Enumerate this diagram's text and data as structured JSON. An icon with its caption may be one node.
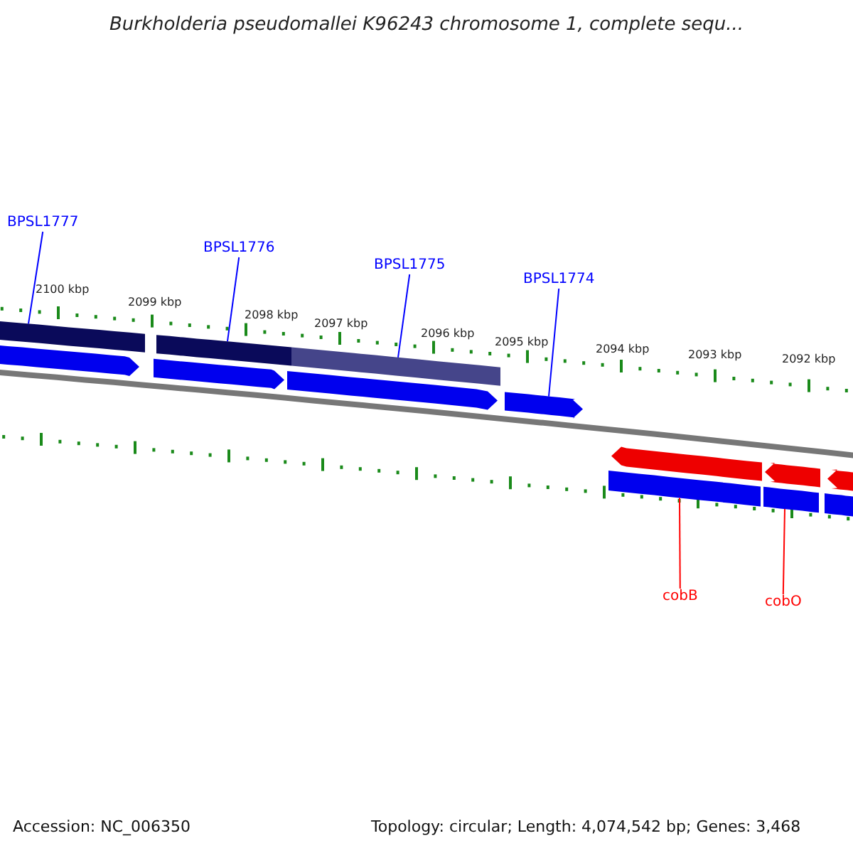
{
  "diagram": {
    "title": "Burkholderia pseudomallei K96243 chromosome 1, complete sequ...",
    "nodes": [
      {
        "text": [
          "BPSL1777"
        ]
      },
      {
        "text": [
          "BPSL1776"
        ]
      },
      {
        "text": [
          "BPSL1775"
        ]
      },
      {
        "text": [
          "BPSL1774"
        ]
      },
      {
        "text": [
          "cobB"
        ]
      },
      {
        "text": [
          "cobO"
        ]
      },
      {
        "text": [],
        "shape": "bar"
      },
      {
        "text": [],
        "shape": "bar"
      },
      {
        "text": [],
        "shape": "bar"
      },
      {
        "text": [],
        "shape": "arrow"
      },
      {
        "text": [],
        "shape": "arrow"
      },
      {
        "text": [],
        "shape": "arrow"
      },
      {
        "text": [],
        "shape": "arrow"
      },
      {
        "text": [],
        "shape": "arrow"
      },
      {
        "text": [],
        "shape": "arrow"
      },
      {
        "text": [],
        "shape": "arrow"
      },
      {
        "text": [],
        "shape": "bar"
      },
      {
        "text": [],
        "shape": "bar"
      },
      {
        "text": [],
        "shape": "bar"
      }
    ],
    "edges": [
      {
        "from": 0,
        "to": 6,
        "arrow": "none"
      },
      {
        "from": 1,
        "to": 7,
        "arrow": "none"
      },
      {
        "from": 2,
        "to": 8,
        "arrow": "none"
      },
      {
        "from": 3,
        "to": 12,
        "arrow": "none"
      },
      {
        "from": 4,
        "to": 16,
        "arrow": "none",
        "color": "#ff0000"
      },
      {
        "from": 5,
        "to": 17,
        "arrow": "none",
        "color": "#ff0000"
      }
    ],
    "labels": [
      "2100 kbp",
      "2099 kbp",
      "2098 kbp",
      "2097 kbp",
      "2096 kbp",
      "2095 kbp",
      "2094 kbp",
      "2093 kbp",
      "2092 kbp",
      "Accession: NC_006350",
      "Topology: circular; Length: 4,074,542 bp; Genes: 3,468"
    ]
  }
}
